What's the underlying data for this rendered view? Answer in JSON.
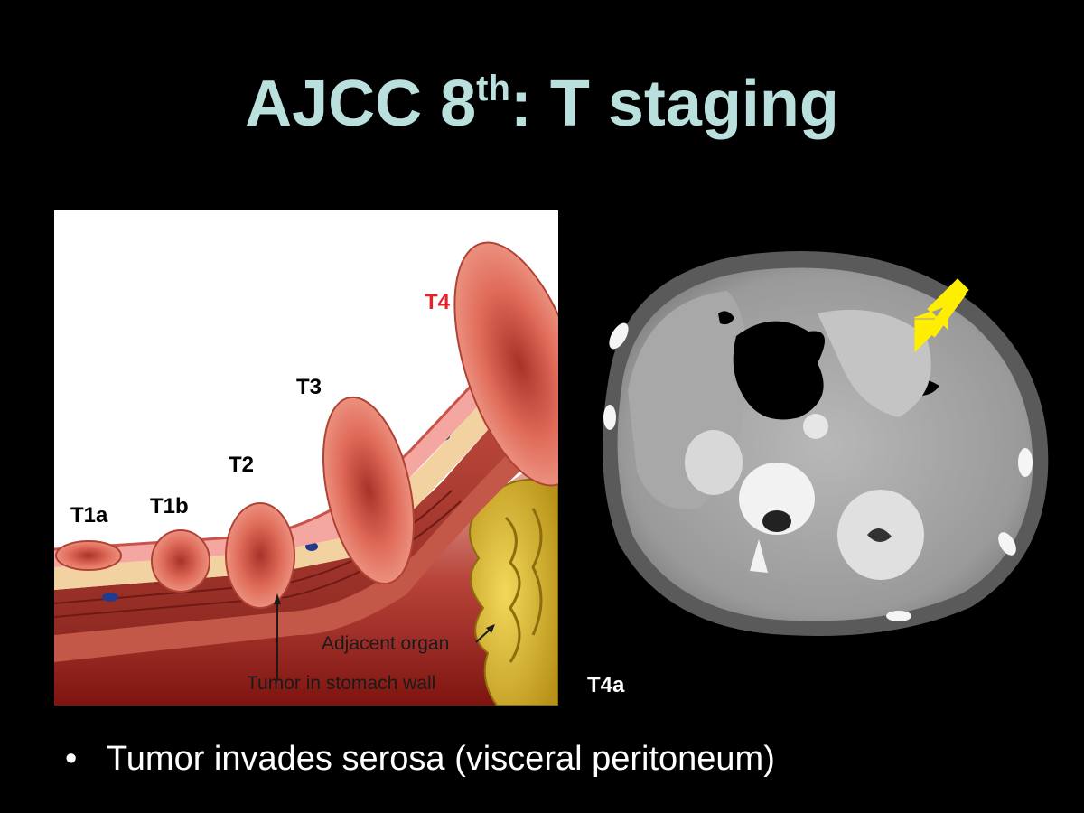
{
  "slide": {
    "title": {
      "prefix": "AJCC 8",
      "superscript": "th",
      "suffix": ": T staging",
      "color": "#b9e0dc"
    },
    "illustration": {
      "stage_labels": [
        {
          "text": "T1a",
          "color": "#000000"
        },
        {
          "text": "T1b",
          "color": "#000000"
        },
        {
          "text": "T2",
          "color": "#000000"
        },
        {
          "text": "T3",
          "color": "#000000"
        },
        {
          "text": "T4",
          "color": "#e3242b"
        }
      ],
      "adjacent_organ_label": "Adjacent organ",
      "tumor_wall_label": "Tumor in stomach wall"
    },
    "ct_image": {
      "arrow_icon": "arrow-icon",
      "arrow_color": "#ffee00"
    },
    "caption": "T4a",
    "bullets": [
      {
        "marker": "•",
        "text": "Tumor invades serosa (visceral peritoneum)"
      }
    ]
  }
}
